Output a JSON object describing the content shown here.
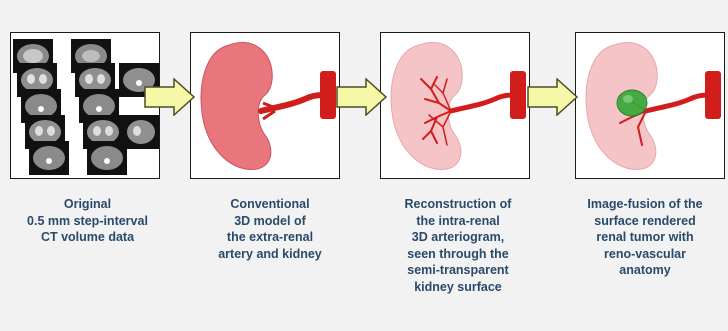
{
  "steps": [
    {
      "lines": [
        "Original",
        "0.5 mm step-interval",
        "CT volume data"
      ]
    },
    {
      "lines": [
        "Conventional",
        "3D model of",
        "the extra-renal",
        "artery and kidney"
      ]
    },
    {
      "lines": [
        "Reconstruction of",
        "the intra-renal",
        "3D arteriogram,",
        "seen through the",
        "semi-transparent",
        "kidney surface"
      ]
    },
    {
      "lines": [
        "Image-fusion of the",
        "surface rendered",
        "renal tumor with",
        "reno-vascular",
        "anatomy"
      ]
    }
  ],
  "colors": {
    "caption": "#2a4a6b",
    "arrow_fill": "#f7f7a8",
    "arrow_stroke": "#4d4d2a",
    "kidney_solid": "#e8767c",
    "kidney_transparent": "#f4c4c6",
    "artery": "#d21d1d",
    "tumor": "#38a83a"
  }
}
